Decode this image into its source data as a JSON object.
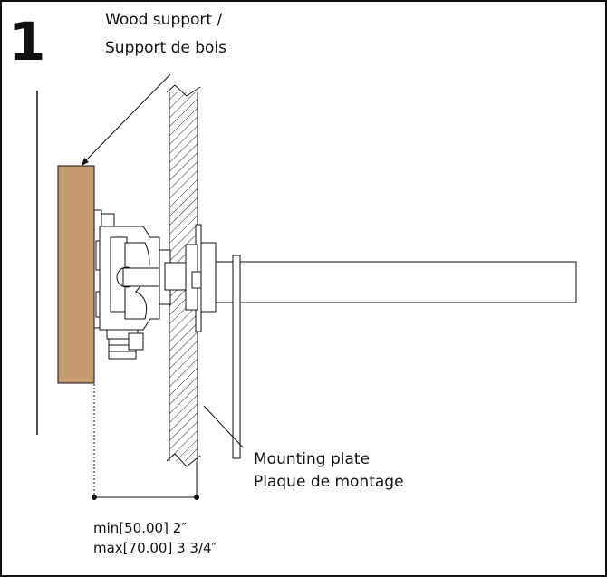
{
  "step_number": "1",
  "labels": {
    "wood_support_en": "Wood support /",
    "wood_support_fr": "Support de bois",
    "mounting_plate_en": "Mounting plate",
    "mounting_plate_fr": "Plaque de montage",
    "dim_min": "min[50.00] 2″",
    "dim_max": "max[70.00] 3 3/4″"
  },
  "colors": {
    "wood": "#c49a6c",
    "line": "#111111",
    "frame": "#111111"
  }
}
